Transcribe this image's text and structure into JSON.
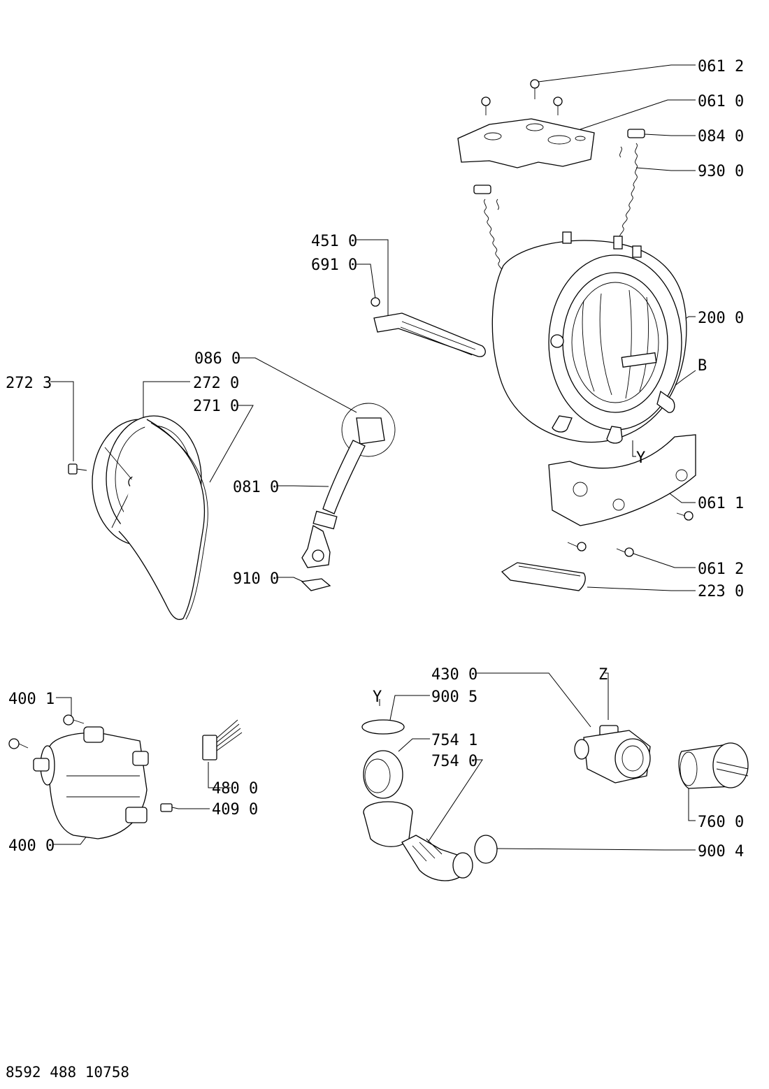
{
  "labels": {
    "l0612a": "061 2",
    "l0610": "061 0",
    "l0840": "084 0",
    "l9300": "930 0",
    "l4510": "451 0",
    "l6910": "691 0",
    "l2000": "200 0",
    "lB": "B",
    "l0860": "086 0",
    "l2723": "272 3",
    "l2720": "272 0",
    "l2710": "271 0",
    "lY1": "Y",
    "l0810": "081 0",
    "l0611": "061 1",
    "l0612b": "061 2",
    "l9100": "910 0",
    "l2230": "223 0",
    "l4300": "430 0",
    "lZ": "Z",
    "l4001": "400 1",
    "lY2": "Y",
    "l9005": "900 5",
    "l7541": "754 1",
    "l7540": "754 0",
    "l4800": "480 0",
    "l4090": "409 0",
    "l7600": "760 0",
    "l4000": "400 0",
    "l9004": "900 4"
  },
  "document_number": "8592 488 10758",
  "icons": [
    "screw-icon",
    "tub-icon",
    "pulley-icon",
    "motor-icon",
    "pump-icon"
  ]
}
